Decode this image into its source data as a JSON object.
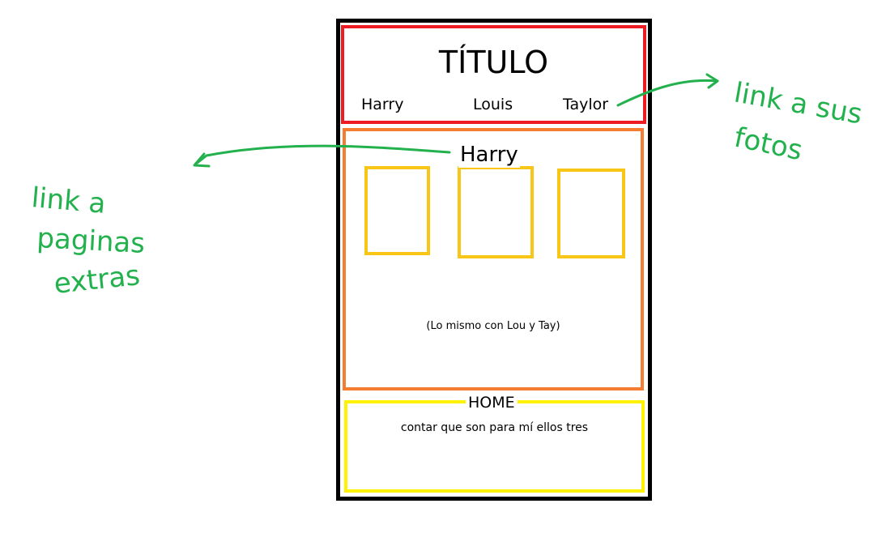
{
  "header": {
    "title": "TÍTULO",
    "nav": [
      "Harry",
      "Louis",
      "Taylor"
    ]
  },
  "section": {
    "title": "Harry",
    "note": "(Lo mismo con Lou y Tay)"
  },
  "home": {
    "title": "HOME",
    "text": "contar que son para mí ellos tres"
  },
  "annotations": {
    "left_lines": [
      "link a",
      "paginas",
      "extras"
    ],
    "right_lines": [
      "link a sus",
      "fotos"
    ]
  },
  "colors": {
    "frame": "#000000",
    "header_border": "#ed1c24",
    "section_border": "#f47d32",
    "photo_border": "#f8c617",
    "home_border": "#fff200",
    "annotation": "#22b14c"
  }
}
